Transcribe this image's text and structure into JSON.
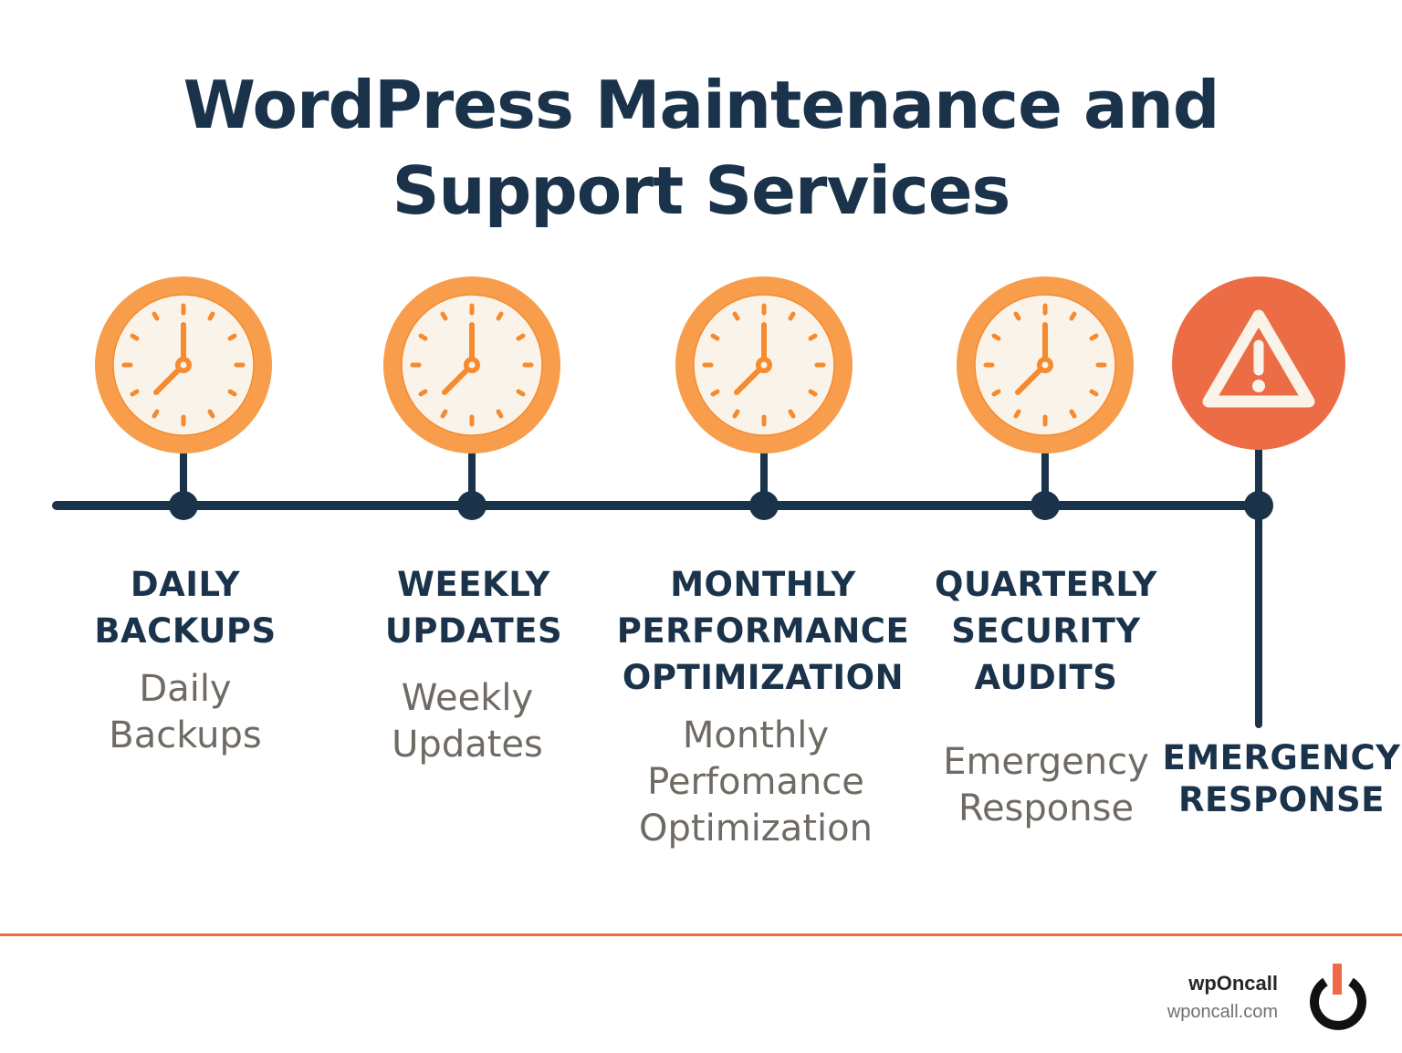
{
  "title": {
    "line1": "WordPress Maintenance and",
    "line2": "Support Services"
  },
  "colors": {
    "navy": "#1a334b",
    "clock_ring": "#f79d4b",
    "clock_face": "#faf3e9",
    "clock_marks": "#f58a2e",
    "emergency_red": "#ec6c45",
    "sub_text_gray": "#6f6a63",
    "footer_rule": "#f06a4a"
  },
  "timeline": {
    "milestones": [
      {
        "icon": "clock-icon",
        "heading_lines": [
          "DAILY",
          "BACKUPS"
        ],
        "sub_lines": [
          "Daily",
          "Backups"
        ]
      },
      {
        "icon": "clock-icon",
        "heading_lines": [
          "WEEKLY",
          "UPDATES"
        ],
        "sub_lines": [
          "Weekly",
          "Updates"
        ]
      },
      {
        "icon": "clock-icon",
        "heading_lines": [
          "MONTHLY",
          "PERFORMANCE",
          "OPTIMIZATION"
        ],
        "sub_lines": [
          "Monthly",
          "Perfomance",
          "Optimization"
        ]
      },
      {
        "icon": "clock-icon",
        "heading_lines": [
          "QUARTERLY",
          "SECURITY",
          "AUDITS"
        ],
        "sub_lines": [
          "Emergency",
          "Response"
        ]
      },
      {
        "icon": "warning-icon",
        "heading_lines": [
          "EMERGENCY",
          "RESPONSE"
        ],
        "sub_lines": []
      }
    ]
  },
  "footer": {
    "brand_name": "wpOncall",
    "brand_url": "wponcall.com",
    "logo_icon": "power-icon"
  }
}
